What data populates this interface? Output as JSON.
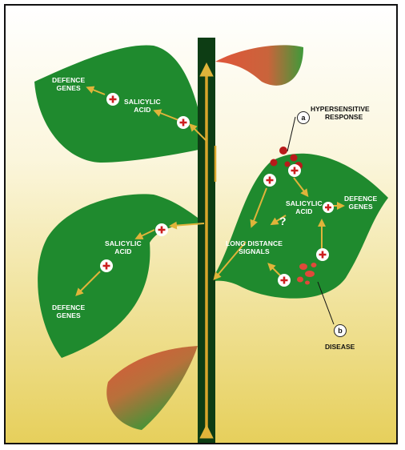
{
  "labels": {
    "defence_genes_top": [
      "DEFENCE",
      "GENES"
    ],
    "salicylic_acid_top": [
      "SALICYLIC",
      "ACID"
    ],
    "salicylic_acid_left": [
      "SALICYLIC",
      "ACID"
    ],
    "defence_genes_left": [
      "DEFENCE",
      "GENES"
    ],
    "hypersensitive_response": [
      "HYPERSENSITIVE",
      "RESPONSE"
    ],
    "salicylic_acid_right": [
      "SALICYLIC",
      "ACID"
    ],
    "defence_genes_right": [
      "DEFENCE",
      "GENES"
    ],
    "long_distance_signals": [
      "LONG DISTANCE",
      "SIGNALS"
    ],
    "disease": "DISEASE",
    "question_mark": "?"
  },
  "badges": {
    "a": "a",
    "b": "b"
  },
  "colors": {
    "leaf_green": "#1f8a2e",
    "stem_dark": "#0d3d14",
    "arrow_gold": "#d9a52a",
    "background_top": "#ffffff",
    "background_bottom": "#e8d46a",
    "plus_red": "#cc1f1f",
    "lesion_red": "#d93a2a"
  },
  "icons": [
    "plus-circle-icon",
    "arrow-icon",
    "lesion-icon"
  ]
}
